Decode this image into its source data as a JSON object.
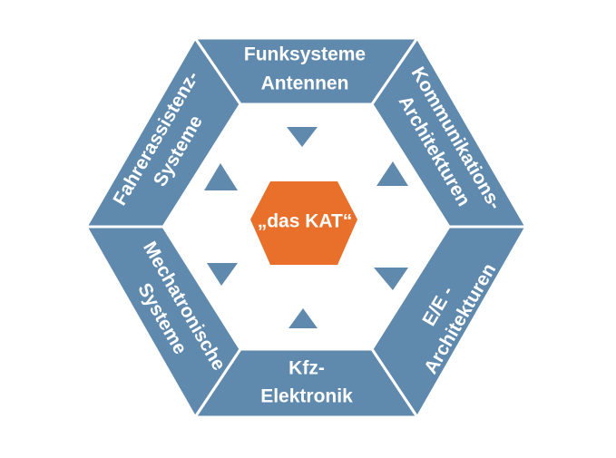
{
  "center": {
    "label": "„das KAT“",
    "color": "#e8702a"
  },
  "segments": [
    {
      "id": "top",
      "lines": [
        "Funksysteme",
        "Antennen"
      ]
    },
    {
      "id": "upper-right",
      "lines": [
        "Kommunikations-",
        "Architekturen"
      ]
    },
    {
      "id": "lower-right",
      "lines": [
        "E/E -",
        "Architekturen"
      ]
    },
    {
      "id": "bottom",
      "lines": [
        "Kfz-",
        "Elektronik"
      ]
    },
    {
      "id": "lower-left",
      "lines": [
        "Mechatronische",
        "Systeme"
      ]
    },
    {
      "id": "upper-left",
      "lines": [
        "Fahrerassistenz-",
        "Systeme"
      ]
    }
  ],
  "colors": {
    "segment": "#5f89ad",
    "arrow": "#5f89ad",
    "text": "#ffffff"
  }
}
